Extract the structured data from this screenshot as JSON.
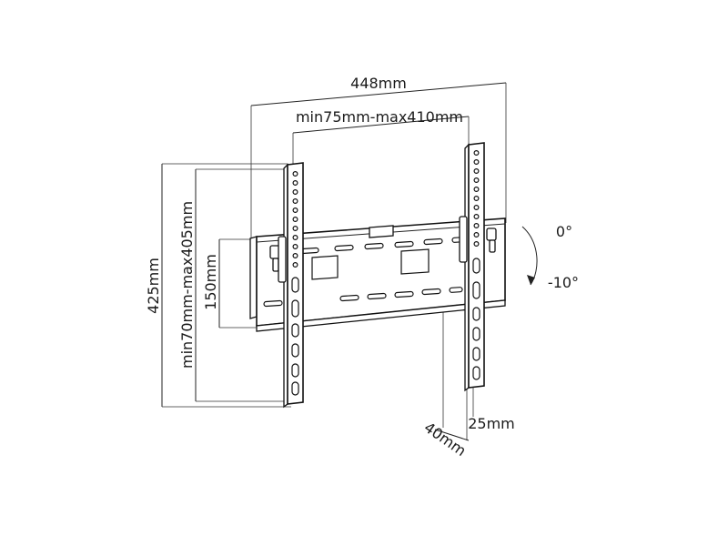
{
  "dimensions": {
    "overall_width": "448mm",
    "vesa_horizontal": "min75mm-max410mm",
    "overall_height": "425mm",
    "vesa_vertical": "min70mm-max405mm",
    "wall_plate_height": "150mm",
    "depth_max": "40mm",
    "depth_min": "25mm"
  },
  "tilt": {
    "start": "0°",
    "end": "-10°"
  },
  "colors": {
    "line": "#111111",
    "background": "#ffffff"
  }
}
